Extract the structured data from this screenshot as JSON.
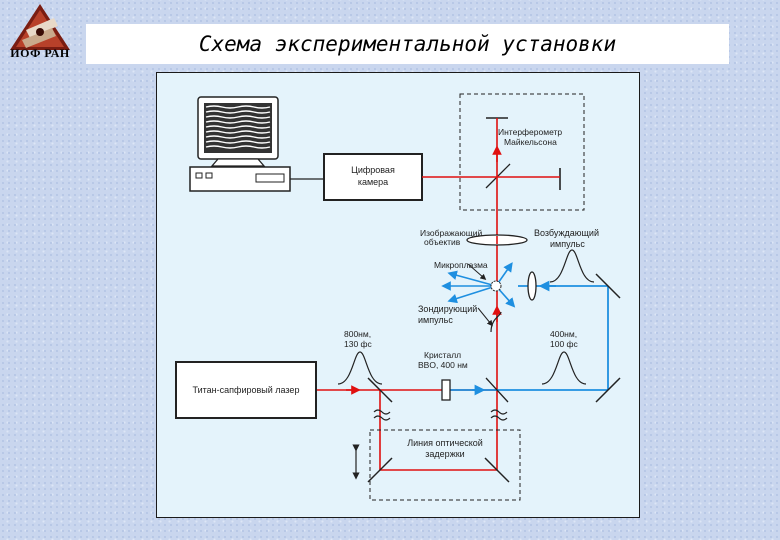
{
  "header": {
    "logo_text": "ИОФ РАН",
    "title": "Схема экспериментальной установки"
  },
  "diagram": {
    "labels": {
      "michelson_line1": "Интерферометр",
      "michelson_line2": "Майкельсона",
      "camera_line1": "Цифровая",
      "camera_line2": "камера",
      "objective_line1": "Изображающий",
      "objective_line2": "объектив",
      "excitation_line1": "Возбуждающий",
      "excitation_line2": "импульс",
      "microplasma": "Микроплазма",
      "probe_line1": "Зондирующий",
      "probe_line2": "импульс",
      "pulse800_line1": "800нм,",
      "pulse800_line2": "130 фс",
      "pulse400_line1": "400нм,",
      "pulse400_line2": "100 фс",
      "crystal_line1": "Кристалл",
      "crystal_line2": "BBO, 400 нм",
      "laser": "Титан-сапфировый лазер",
      "delay_line1": "Линия оптической",
      "delay_line2": "задержки"
    },
    "colors": {
      "red_beam": "#e01010",
      "blue_beam": "#1e8fe0",
      "panel_bg": "#e4f3fb",
      "frame": "#1a1a1a"
    }
  }
}
